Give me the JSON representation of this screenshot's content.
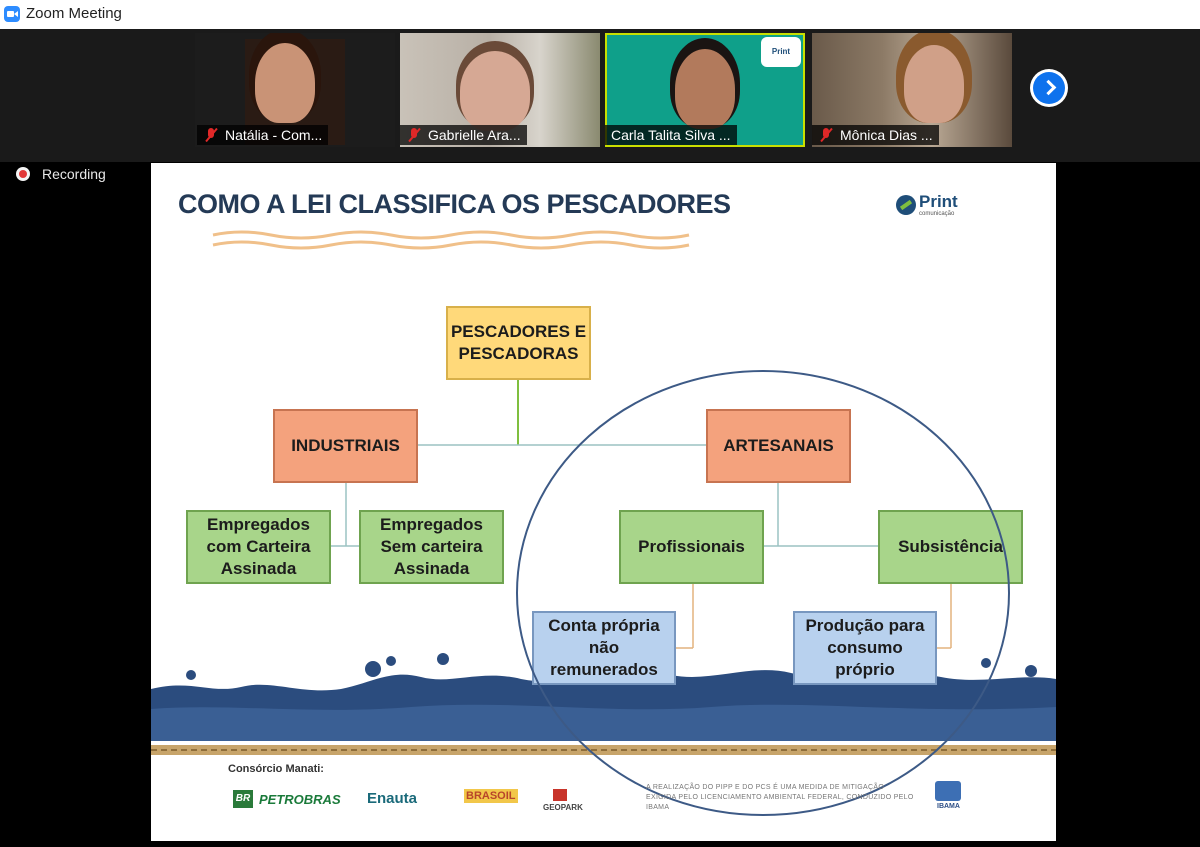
{
  "window": {
    "title": "Zoom Meeting"
  },
  "participants": [
    {
      "name": "Natália - Com...",
      "muted": true
    },
    {
      "name": "Gabrielle Ara...",
      "muted": true
    },
    {
      "name": "Carla Talita Silva ...",
      "muted": false,
      "active_speaker": true,
      "badge": "Print"
    },
    {
      "name": "Mônica Dias ...",
      "muted": true
    }
  ],
  "recording": {
    "label": "Recording"
  },
  "slide": {
    "title": "COMO A LEI CLASSIFICA OS PESCADORES",
    "logo": {
      "name": "Print",
      "sub": "comunicação"
    },
    "boxes": {
      "root": [
        "PESCADORES E",
        "PESCADORAS"
      ],
      "industriais": "INDUSTRIAIS",
      "artesanais": "ARTESANAIS",
      "com_carteira": [
        "Empregados",
        "com Carteira",
        "Assinada"
      ],
      "sem_carteira": [
        "Empregados",
        "Sem carteira",
        "Assinada"
      ],
      "profissionais": "Profissionais",
      "subsistencia": "Subsistência",
      "conta_propria": [
        "Conta própria",
        "não",
        "remunerados"
      ],
      "producao": [
        "Produção para",
        "consumo",
        "próprio"
      ]
    },
    "footer": {
      "consorcio": "Consórcio Manati:",
      "sponsors": [
        "PETROBRAS",
        "Enauta",
        "BRASOIL",
        "GEOPARK"
      ],
      "petro_badge": "BR",
      "disclaimer": "A REALIZAÇÃO DO PIPP E DO PCS É UMA MEDIDA DE MITIGAÇÃO EXIGIDA PELO LICENCIAMENTO AMBIENTAL FEDERAL, CONDUZIDO PELO IBAMA",
      "ibama": "IBAMA"
    }
  },
  "colors": {
    "accent": "#0e72ed",
    "recording": "#e23838",
    "slide_title": "#243a56",
    "muted_mic": "#e02828"
  },
  "icons": {
    "window": "zoom-logo-icon",
    "muted": "mic-muted-icon",
    "next": "chevron-right-icon",
    "recording": "record-dot-icon"
  }
}
